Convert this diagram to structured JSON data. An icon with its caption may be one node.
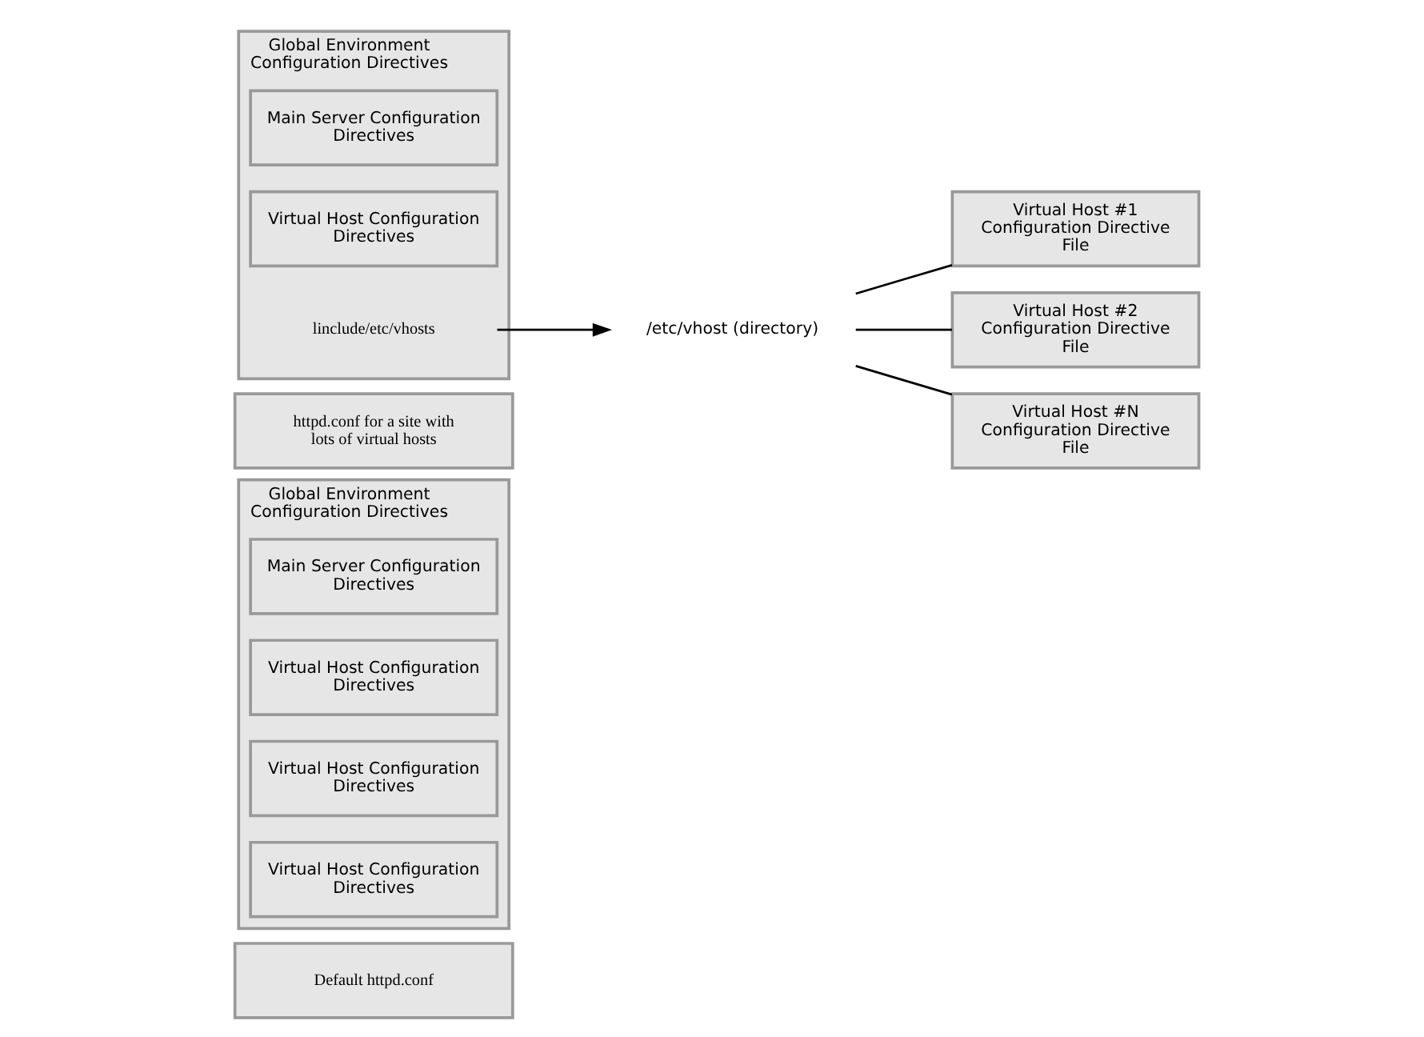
{
  "diagram": {
    "nodes": [
      {
        "text": [
          "Default httpd.conf"
        ]
      },
      {
        "text": [
          "Global Environment Configuration Directives"
        ]
      },
      {
        "text": [
          "Main Server Configuration Directives"
        ],
        "in": 1
      },
      {
        "text": [
          "Virtual Host Configuration Directives"
        ],
        "in": 1
      },
      {
        "text": [
          "Virtual Host Configuration Directives"
        ],
        "in": 1
      },
      {
        "text": [
          "Virtual Host Configuration Directives"
        ],
        "in": 1
      },
      {
        "text": [
          "httpd.conf for a site with lots of virtual hosts"
        ]
      },
      {
        "text": [
          "Global Environment Configuration Directives"
        ]
      },
      {
        "text": [
          "Main Server Configuration Directives"
        ],
        "in": 7
      },
      {
        "text": [
          "Virtual Host Configuration Directives"
        ],
        "in": 7
      },
      {
        "text": [
          "linclude/etc/vhosts"
        ],
        "in": 7
      },
      {
        "text": [
          "/etc/vhost (directory)"
        ]
      },
      {
        "text": [
          "Virtual Host #1 Configuration Directive File"
        ]
      },
      {
        "text": [
          "Virtual Host #2 Configuration Directive File"
        ]
      },
      {
        "text": [
          "Virtual Host #N Configuration Directive File"
        ]
      }
    ],
    "edges": [
      {
        "from": 10,
        "to": 11,
        "arrow": "to"
      },
      {
        "from": 11,
        "to": 12,
        "arrow": "none"
      },
      {
        "from": 11,
        "to": 13,
        "arrow": "none"
      },
      {
        "from": 11,
        "to": 14,
        "arrow": "none"
      }
    ]
  }
}
